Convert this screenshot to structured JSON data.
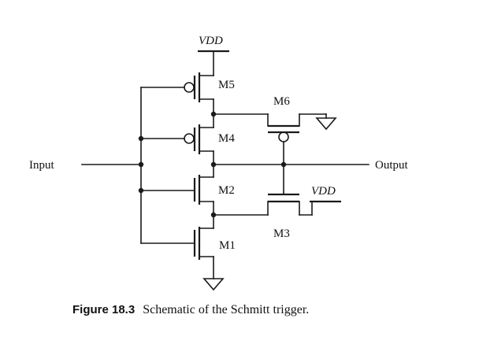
{
  "labels": {
    "vdd_top": "VDD",
    "vdd_right": "VDD",
    "input": "Input",
    "output": "Output",
    "m1": "M1",
    "m2": "M2",
    "m3": "M3",
    "m4": "M4",
    "m5": "M5",
    "m6": "M6"
  },
  "caption": {
    "figure_number": "Figure 18.3",
    "text": "Schematic of the Schmitt trigger."
  }
}
